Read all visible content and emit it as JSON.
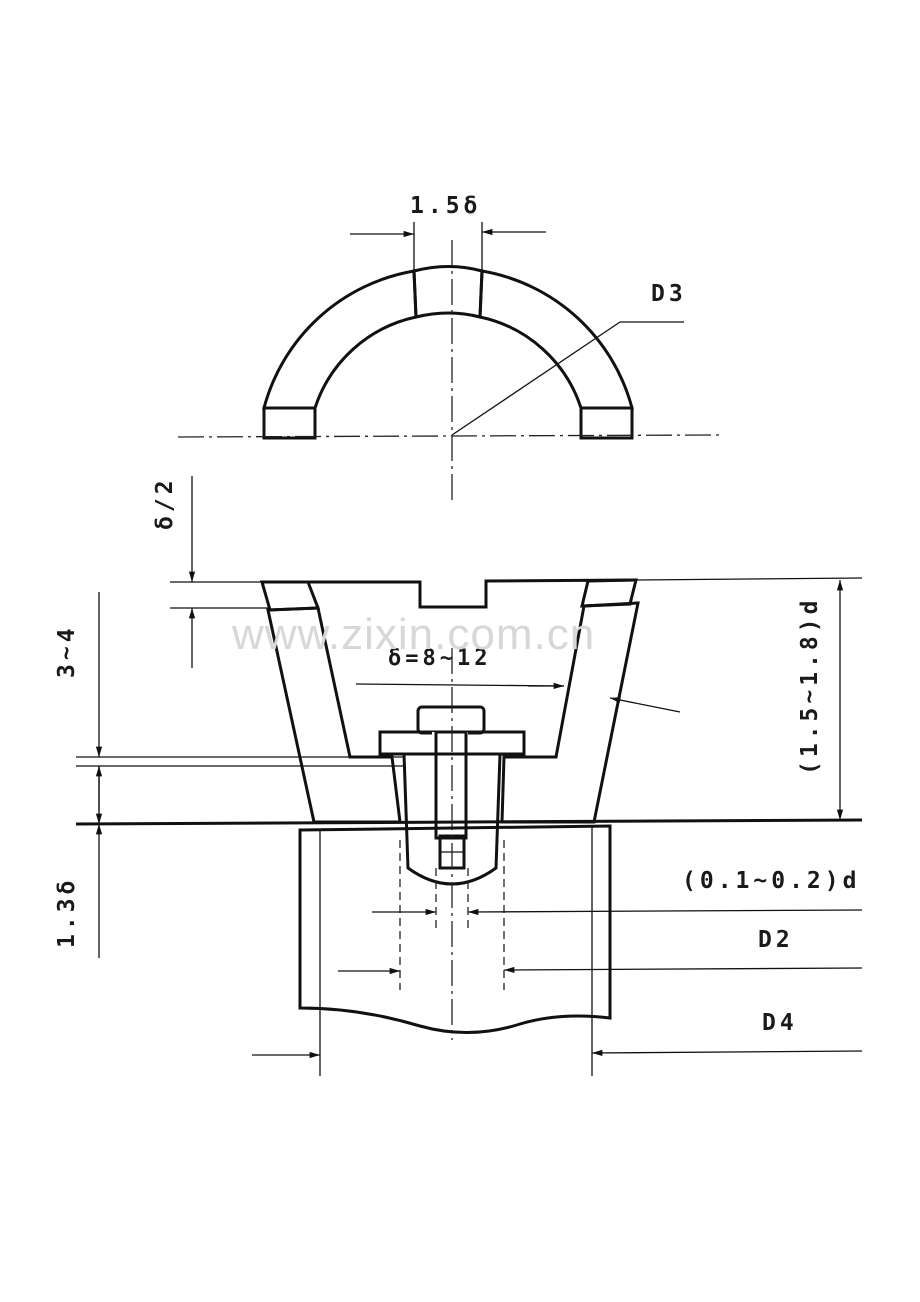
{
  "labels": {
    "top_width": "1.5δ",
    "d3": "D3",
    "half_delta": "δ/2",
    "three_four": "3~4",
    "delta_range": "δ=8~12",
    "height_ratio": "(1.5~1.8)d",
    "one_three_delta": "1.3δ",
    "small_ratio": "(0.1~0.2)d",
    "d2": "D2",
    "d4": "D4"
  },
  "watermark": "www.zixin.com.cn",
  "colors": {
    "line": "#111111",
    "paper": "#ffffff",
    "watermark": "#d7d7d7"
  }
}
